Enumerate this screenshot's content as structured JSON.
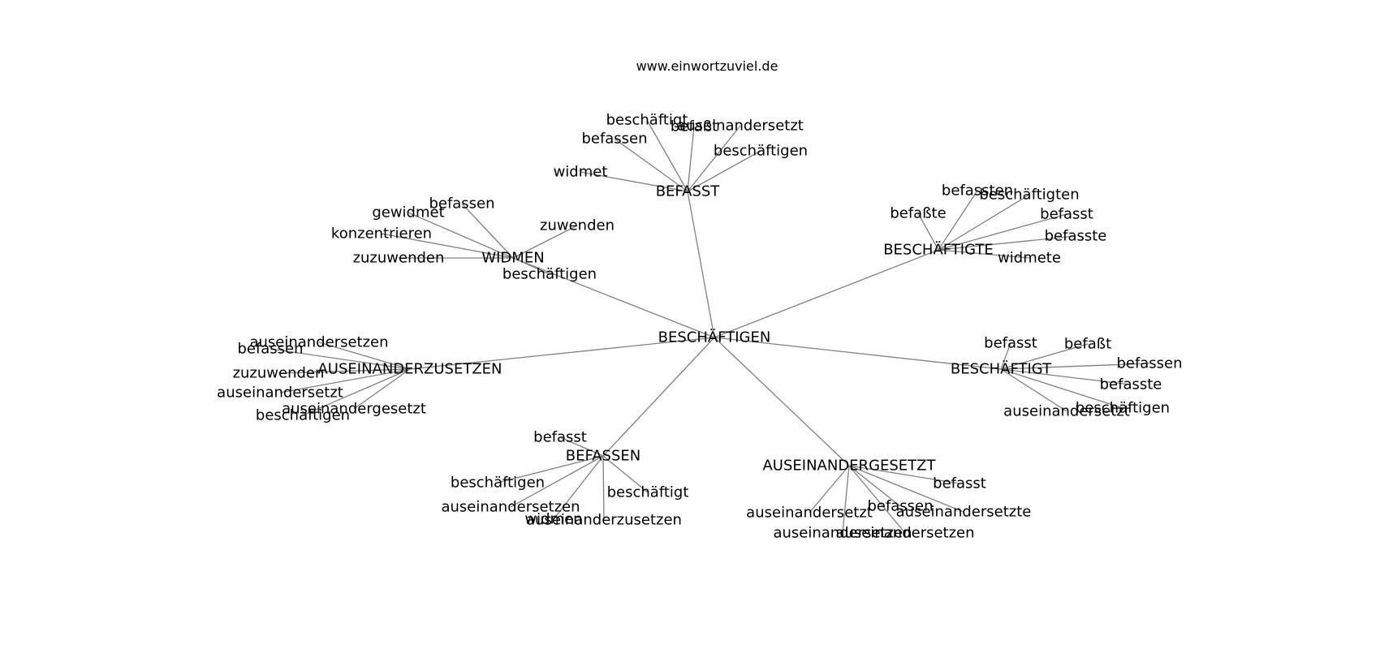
{
  "title": "www.einwortzuviel.de",
  "colors": {
    "edge": "#808080",
    "text": "#000000",
    "background": "#ffffff"
  },
  "graph": {
    "root": "BESCHÄFTIGEN",
    "clusters": [
      {
        "hub": "BEFASST",
        "leaves": [
          "beschäftigt",
          "befassen",
          "befaßt",
          "auseinandersetzt",
          "beschäftigen",
          "widmet"
        ]
      },
      {
        "hub": "BESCHÄFTIGTE",
        "leaves": [
          "befassten",
          "beschäftigten",
          "befaßte",
          "befasst",
          "befasste",
          "widmete"
        ]
      },
      {
        "hub": "WIDMEN",
        "leaves": [
          "befassen",
          "gewidmet",
          "konzentrieren",
          "zuwenden",
          "zuzuwenden",
          "beschäftigen"
        ]
      },
      {
        "hub": "AUSEINANDERZUSETZEN",
        "leaves": [
          "auseinandersetzen",
          "befassen",
          "zuzuwenden",
          "auseinandersetzt",
          "auseinandergesetzt",
          "beschäftigen"
        ]
      },
      {
        "hub": "BESCHÄFTIGT",
        "leaves": [
          "befasst",
          "befaßt",
          "befassen",
          "befasste",
          "beschäftigen",
          "auseinandersetzt"
        ]
      },
      {
        "hub": "BEFASSEN",
        "leaves": [
          "befasst",
          "beschäftigen",
          "beschäftigt",
          "auseinandersetzen",
          "widmen",
          "auseinanderzusetzen"
        ]
      },
      {
        "hub": "AUSEINANDERGESETZT",
        "leaves": [
          "befasst",
          "befassen",
          "auseinandersetzte",
          "auseinandersetzt",
          "auseinandersetzen",
          "auseinandersetzen"
        ]
      }
    ]
  }
}
